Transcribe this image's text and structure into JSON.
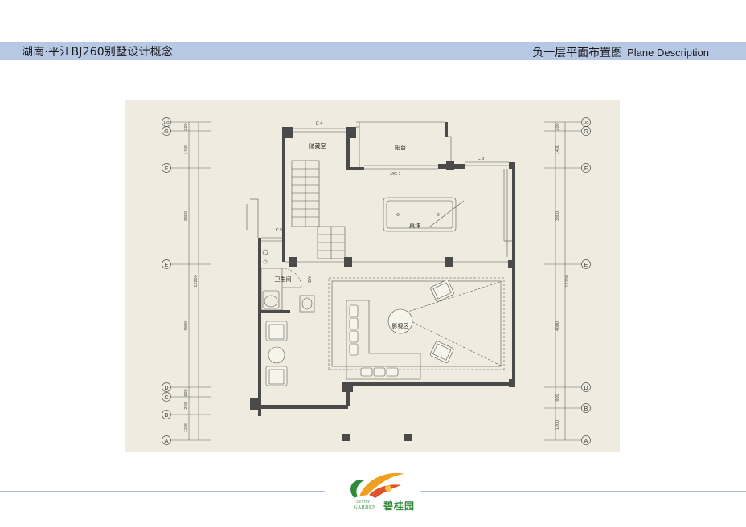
{
  "header": {
    "project_title": "湖南·平江BJ260别墅设计概念",
    "plan_title_cn": "负一层平面布置图",
    "plan_title_en": "Plane Description"
  },
  "plan": {
    "rooms": {
      "storage": "储藏室",
      "balcony": "阳台",
      "billiards": "桌球",
      "bathroom": "卫生间",
      "theater": "影视区"
    },
    "door_labels": {
      "c4": "C 4",
      "c3": "C 3",
      "c5": "C 5",
      "mc1": "MC 1",
      "m3": "M3"
    },
    "axis_labels": [
      "G",
      "F",
      "E",
      "D",
      "C",
      "B",
      "A"
    ],
    "axis_top_label": "1/G",
    "left_dims": [
      "200",
      "1400",
      "3800",
      "12200",
      "4800",
      "600",
      "200",
      "1200"
    ],
    "right_dims": [
      "200",
      "1400",
      "3800",
      "12200",
      "4800",
      "800",
      "1200"
    ]
  },
  "footer": {
    "brand_cn": "碧桂园",
    "brand_en": "GARDEN",
    "brand_en_small": "COUNTRY"
  },
  "colors": {
    "header_bar": "#b6c8e3",
    "plan_bg": "#efebdf",
    "wall": "#4a4a4a",
    "brand_green": "#2f8a3a",
    "brand_orange": "#f0a020"
  }
}
